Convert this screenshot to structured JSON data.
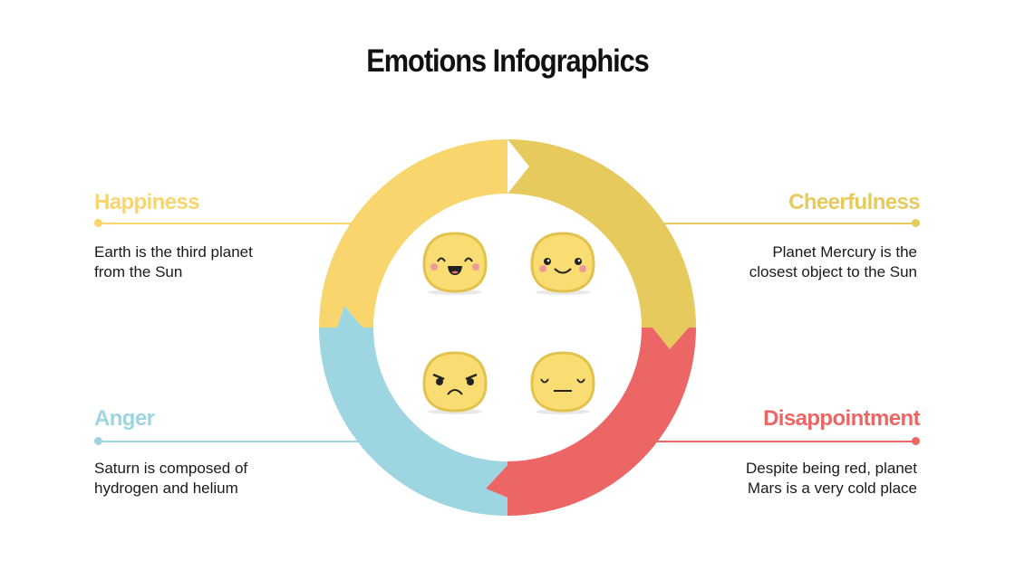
{
  "title": "Emotions Infographics",
  "colors": {
    "happiness": "#F8D66D",
    "cheerfulness": "#E6CA5E",
    "anger": "#9DD5E0",
    "disappointment": "#EC6666",
    "face_fill": "#FADD72",
    "face_stroke": "#E2C24D",
    "cheek": "#EF9A9A",
    "text": "#1a1a1a"
  },
  "emotions": [
    {
      "key": "happiness",
      "label": "Happiness",
      "description_line1": "Earth is the third planet",
      "description_line2": "from the Sun",
      "face": "laughing-face"
    },
    {
      "key": "cheerfulness",
      "label": "Cheerfulness",
      "description_line1": "Planet Mercury is the",
      "description_line2": "closest object to the Sun",
      "face": "smiling-face"
    },
    {
      "key": "anger",
      "label": "Anger",
      "description_line1": "Saturn is composed of",
      "description_line2": "hydrogen and helium",
      "face": "angry-face"
    },
    {
      "key": "disappointment",
      "label": "Disappointment",
      "description_line1": "Despite being red, planet",
      "description_line2": "Mars is a very cold place",
      "face": "expressionless-face"
    }
  ]
}
